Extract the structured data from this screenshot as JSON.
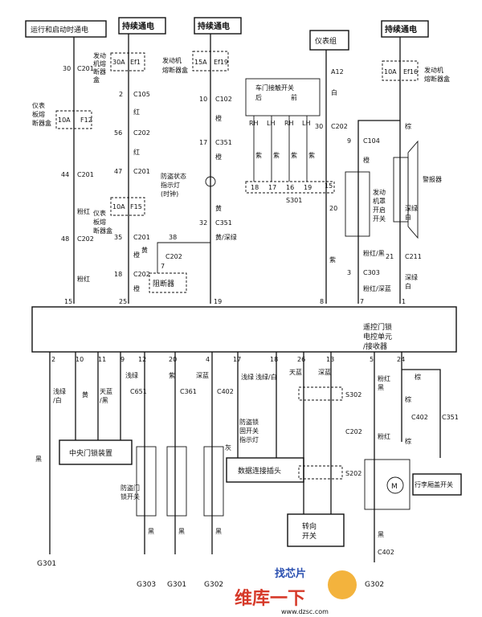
{
  "top_boxes": {
    "run_start": "运行和启动时通电",
    "always_1": "持续通电",
    "always_2": "持续通电",
    "always_3": "持续通电",
    "cluster": "仪表组"
  },
  "fuses": {
    "f12": {
      "rating": "10A",
      "id": "F12",
      "desc": "仪表板熔断器盒"
    },
    "f1": {
      "rating": "30A",
      "id": "Ef1",
      "desc": "发动机熔断器盒"
    },
    "f19": {
      "rating": "15A",
      "id": "Ef19",
      "desc": "发动机熔断器盒"
    },
    "f15": {
      "rating": "10A",
      "id": "F15",
      "desc": "仪表板熔断器盒"
    },
    "f16": {
      "rating": "10A",
      "id": "Ef16",
      "desc": "发动机熔断器盒"
    }
  },
  "connectors": {
    "c1": "30",
    "c1b": "C201",
    "c2": "2",
    "c2b": "C105",
    "c3": "56",
    "c3b": "C202",
    "c4": "47",
    "c4b": "C201",
    "c5": "35",
    "c5b": "C201",
    "c6": "18",
    "c6b": "C202",
    "c7": "44",
    "c7b": "C201",
    "c8": "48",
    "c8b": "C202",
    "c9": "10",
    "c9b": "C102",
    "c10": "17",
    "c10b": "C351",
    "c11": "32",
    "c11b": "C351",
    "c12": "38",
    "c12b": "C202",
    "c13": "7",
    "c14": "A12",
    "c15": "30",
    "c15b": "C202",
    "c16": "9",
    "c16b": "C104",
    "c17": "21",
    "c17b": "C211",
    "c18": "3",
    "c18b": "C303"
  },
  "wire_colors": {
    "red": "红",
    "orange": "橙",
    "pink_red": "粉红",
    "yellow": "黄",
    "yellow_dkgreen": "黄/深绿",
    "white": "白",
    "purple": "紫",
    "brown": "棕",
    "dkgreen_white": "深绿白",
    "pinkred_black": "粉红/黑",
    "pinkred_dkblue": "粉红/深蓝",
    "dkgreen_white2": "深绿白"
  },
  "door_switch": {
    "title": "车门接触开关",
    "sub_front": "前",
    "sub_rear": "后",
    "pins": [
      "RH",
      "LH",
      "RH",
      "LH"
    ],
    "nums": [
      "18",
      "17",
      "16",
      "19",
      "15"
    ],
    "splice": "S301",
    "s301_out": "20"
  },
  "antitheft_lamp": "防盗状态指示灯(时钟)",
  "relay": "阻断器",
  "hood_switch": "发动机罩开启开关",
  "horn": "警报器",
  "main_module": {
    "label": "遥控门锁电控单元/接收器"
  },
  "top_pins": [
    "15",
    "25",
    "19",
    "8",
    "7",
    "1"
  ],
  "bottom_pins": [
    "2",
    "10",
    "11",
    "9",
    "12",
    "20",
    "4",
    "17",
    "18",
    "26",
    "13",
    "5",
    "24"
  ],
  "bottom": {
    "black": "黑",
    "green_white": "浅绿/白",
    "yellow": "黄",
    "lt_blue_black": "天蓝/黑",
    "central_lock": "中央门锁装置",
    "lt_green": "浅绿",
    "purple": "紫",
    "dk_blue": "深蓝",
    "door_switch": "防盗门锁开关",
    "antitheft_sw": "防盗锁固开关指示灯",
    "gray": "灰",
    "data_link": "数据连接插头",
    "lt_blue": "天蓝",
    "turn_switch": "转向开关",
    "pink_red": "粉红",
    "brown": "棕",
    "trunk_switch": "行李厢盖开关",
    "c651": "C651",
    "c361": "C361",
    "c402": "C402",
    "c202": "C202",
    "c351": "C351",
    "s302": "S302",
    "s202": "S202",
    "g301": "G301",
    "g303": "G303",
    "g301b": "G301",
    "g302": "G302",
    "g302b": "G302"
  },
  "watermark": {
    "cn": "维库一下",
    "url": "www.dzsc.com",
    "brand": "找芯片"
  }
}
